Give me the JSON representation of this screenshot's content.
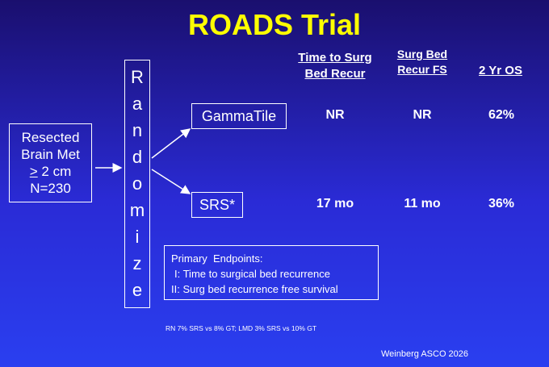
{
  "title": "ROADS Trial",
  "population": {
    "line1": "Resected",
    "line2": "Brain Met",
    "line3_symbol": ">",
    "line3_rest": " 2 cm",
    "line4": "N=230"
  },
  "randomize_letters": [
    "R",
    "a",
    "n",
    "d",
    "o",
    "m",
    "i",
    "z",
    "e"
  ],
  "arms": [
    {
      "label": "GammaTile",
      "values": [
        "NR",
        "NR",
        "62%"
      ]
    },
    {
      "label": "SRS*",
      "values": [
        "17 mo",
        "11 mo",
        "36%"
      ]
    }
  ],
  "columns": [
    {
      "line1": "Time to Surg",
      "line2": "Bed Recur"
    },
    {
      "line1": "Surg Bed",
      "line2": "Recur FS"
    },
    {
      "line1": "2 Yr OS",
      "line2": ""
    }
  ],
  "endpoints": {
    "heading": "Primary  Endpoints:",
    "item1": "I: Time to surgical bed recurrence",
    "item2": "II: Surg bed recurrence free survival"
  },
  "footnote": "RN 7% SRS vs 8% GT; LMD 3% SRS vs 10% GT",
  "citation": "Weinberg ASCO 2026",
  "colors": {
    "title": "#ffff00",
    "text": "#ffffff",
    "background_top": "#1a0f6e",
    "background_bottom": "#2a3ff0"
  }
}
